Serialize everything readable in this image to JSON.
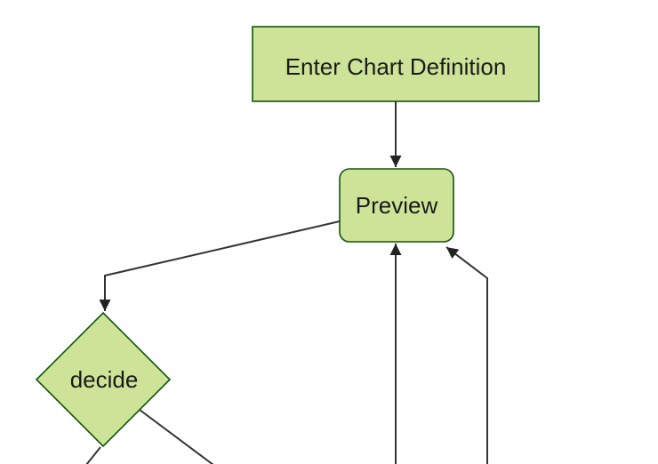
{
  "diagram": {
    "type": "flowchart-top-down",
    "nodes": [
      {
        "id": "enter-chart-definition",
        "shape": "rectangle",
        "label": "Enter Chart Definition"
      },
      {
        "id": "preview",
        "shape": "rounded-rectangle",
        "label": "Preview"
      },
      {
        "id": "decide",
        "shape": "diamond",
        "label": "decide"
      }
    ],
    "edges": [
      {
        "from": "enter-chart-definition",
        "to": "preview",
        "style": "arrow"
      },
      {
        "from": "preview",
        "to": "decide",
        "style": "arrow"
      },
      {
        "from": "offscreen-bottom",
        "to": "preview",
        "style": "arrow"
      },
      {
        "from": "offscreen-bottom-right",
        "to": "preview",
        "style": "arrow"
      },
      {
        "from": "decide",
        "to": "offscreen-bottom-left",
        "style": "line"
      },
      {
        "from": "decide",
        "to": "offscreen-bottom-right",
        "style": "line"
      }
    ]
  },
  "colors": {
    "background": "#ffffff",
    "node_fill": "#cde498",
    "node_border": "#13540c",
    "edge_line": "#333333",
    "arrowhead": "#222222",
    "label_text": "#1a1a1a"
  }
}
